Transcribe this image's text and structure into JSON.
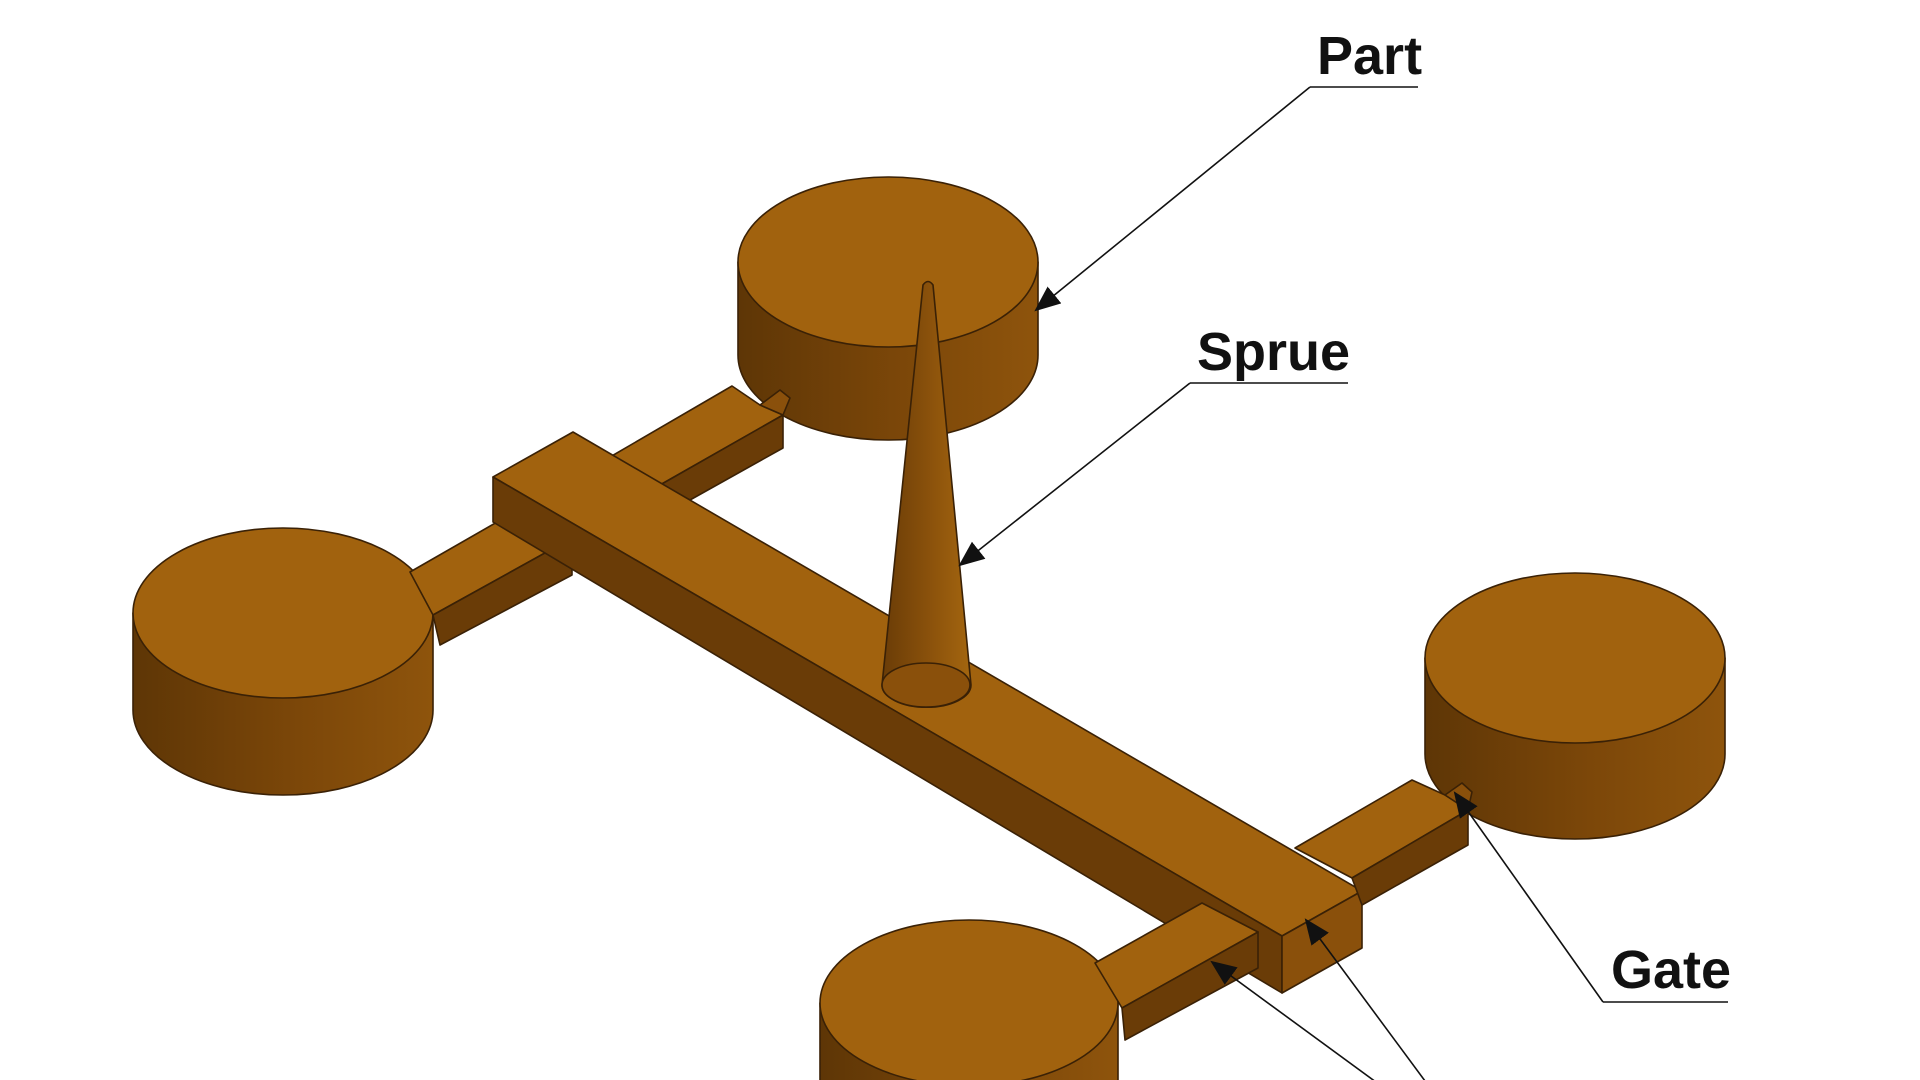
{
  "labels": {
    "part": "Part",
    "sprue": "Sprue",
    "gate": "Gate"
  },
  "colors": {
    "top": "#a1620e",
    "side_light": "#8a500b",
    "side_dark": "#5e3606",
    "edge": "#3a2106",
    "leader": "#111111",
    "background": "#ffffff"
  }
}
